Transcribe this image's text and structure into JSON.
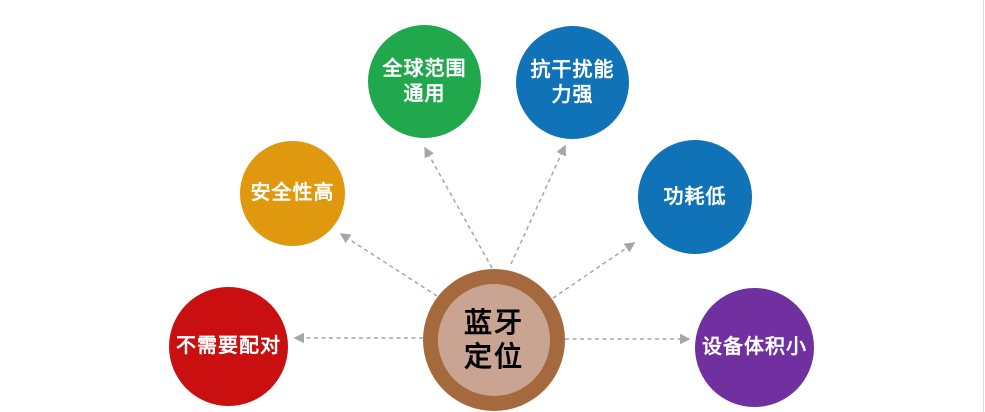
{
  "diagram": {
    "background_color": "#ffffff",
    "connector_color": "#a6a6a6",
    "edge_line_color": "#d9d9d9",
    "satellite_text_color": "#ffffff",
    "center_node": {
      "label": "蓝牙\n定位",
      "ring_color": "#a5693e",
      "fill_color": "#c9a493",
      "text_color": "#000000"
    },
    "nodes": [
      {
        "id": "no-pairing",
        "label": "不需要配对",
        "color": "#c90f10"
      },
      {
        "id": "high-security",
        "label": "安全性高",
        "color": "#e0990e"
      },
      {
        "id": "global-use",
        "label": "全球范围\n通用",
        "color": "#21a84d"
      },
      {
        "id": "anti-interference",
        "label": "抗干扰能\n力强",
        "color": "#1072b7"
      },
      {
        "id": "low-power",
        "label": "功耗低",
        "color": "#1072b7"
      },
      {
        "id": "small-size",
        "label": "设备体积小",
        "color": "#7030a0"
      }
    ]
  }
}
